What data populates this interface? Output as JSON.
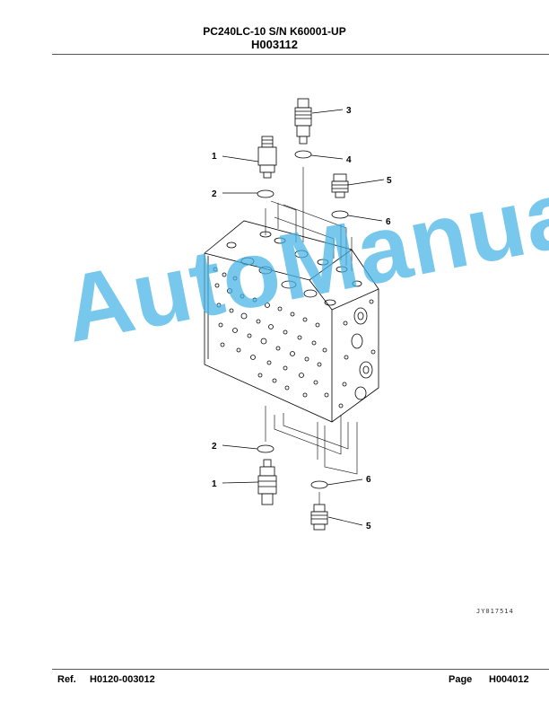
{
  "header": {
    "model_line": "PC240LC-10 S/N K60001-UP",
    "part_code": "H003112"
  },
  "drawing": {
    "drawing_code": "JY017514",
    "callouts": [
      "1",
      "2",
      "3",
      "4",
      "5",
      "6",
      "2",
      "1",
      "6",
      "5"
    ]
  },
  "watermark": {
    "text": "AutoManual",
    "color": "#44b4e6"
  },
  "footer": {
    "ref_label": "Ref.",
    "ref_value": "H0120-003012",
    "page_label": "Page",
    "page_value": "H004012"
  }
}
